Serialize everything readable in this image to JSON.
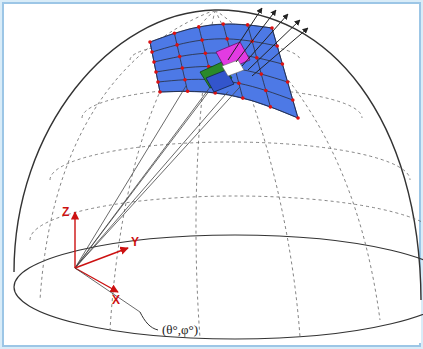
{
  "diagram": {
    "labels": [
      "Z",
      "Y",
      "X",
      "(θ°,φ°)"
    ]
  }
}
